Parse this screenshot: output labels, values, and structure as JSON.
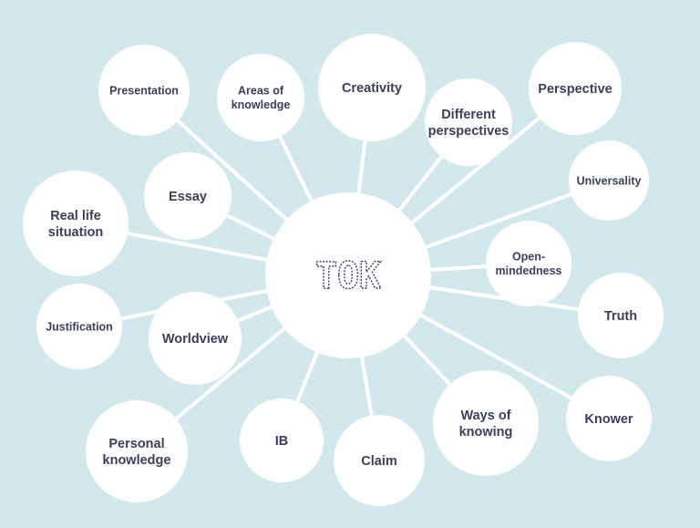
{
  "diagram": {
    "background_color": "#d3e8ed",
    "node_color": "#ffffff",
    "line_color": "#ffffff",
    "text_color": "#3a3f5c",
    "center": {
      "label": "TOK"
    },
    "nodes": [
      {
        "id": "presentation",
        "label": [
          "Presentation"
        ]
      },
      {
        "id": "areas-of-knowledge",
        "label": [
          "Areas of",
          "knowledge"
        ]
      },
      {
        "id": "creativity",
        "label": [
          "Creativity"
        ]
      },
      {
        "id": "different-perspectives",
        "label": [
          "Different",
          "perspectives"
        ]
      },
      {
        "id": "perspective",
        "label": [
          "Perspective"
        ]
      },
      {
        "id": "universality",
        "label": [
          "Universality"
        ]
      },
      {
        "id": "open-mindedness",
        "label": [
          "Open-",
          "mindedness"
        ]
      },
      {
        "id": "truth",
        "label": [
          "Truth"
        ]
      },
      {
        "id": "knower",
        "label": [
          "Knower"
        ]
      },
      {
        "id": "ways-of-knowing",
        "label": [
          "Ways of",
          "knowing"
        ]
      },
      {
        "id": "claim",
        "label": [
          "Claim"
        ]
      },
      {
        "id": "ib",
        "label": [
          "IB"
        ]
      },
      {
        "id": "personal-knowledge",
        "label": [
          "Personal",
          "knowledge"
        ]
      },
      {
        "id": "worldview",
        "label": [
          "Worldview"
        ]
      },
      {
        "id": "justification",
        "label": [
          "Justification"
        ]
      },
      {
        "id": "real-life-situation",
        "label": [
          "Real life",
          "situation"
        ]
      },
      {
        "id": "essay",
        "label": [
          "Essay"
        ]
      }
    ]
  }
}
